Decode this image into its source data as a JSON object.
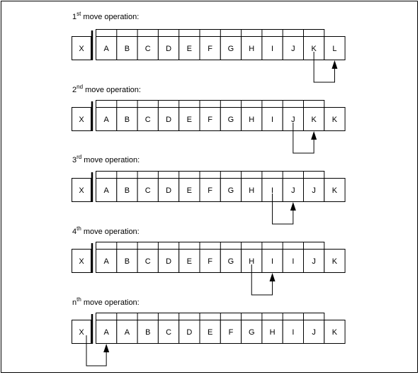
{
  "operations": [
    {
      "ordinal": "1",
      "suffix": "st",
      "title_rest": " move operation:",
      "x_label": "X",
      "cells": [
        "A",
        "B",
        "C",
        "D",
        "E",
        "F",
        "G",
        "H",
        "I",
        "J",
        "K",
        "L"
      ],
      "arrow_from": 10,
      "arrow_to": 11
    },
    {
      "ordinal": "2",
      "suffix": "nd",
      "title_rest": " move operation:",
      "x_label": "X",
      "cells": [
        "A",
        "B",
        "C",
        "D",
        "E",
        "F",
        "G",
        "H",
        "I",
        "J",
        "K",
        "K"
      ],
      "arrow_from": 9,
      "arrow_to": 10
    },
    {
      "ordinal": "3",
      "suffix": "rd",
      "title_rest": " move operation:",
      "x_label": "X",
      "cells": [
        "A",
        "B",
        "C",
        "D",
        "E",
        "F",
        "G",
        "H",
        "I",
        "J",
        "J",
        "K"
      ],
      "arrow_from": 8,
      "arrow_to": 9
    },
    {
      "ordinal": "4",
      "suffix": "th",
      "title_rest": " move operation:",
      "x_label": "X",
      "cells": [
        "A",
        "B",
        "C",
        "D",
        "E",
        "F",
        "G",
        "H",
        "I",
        "I",
        "J",
        "K"
      ],
      "arrow_from": 7,
      "arrow_to": 8
    },
    {
      "ordinal": "n",
      "suffix": "th",
      "title_rest": " move operation:",
      "x_label": "X",
      "cells": [
        "A",
        "A",
        "B",
        "C",
        "D",
        "E",
        "F",
        "G",
        "H",
        "I",
        "J",
        "K"
      ],
      "arrow_from": -1,
      "arrow_to": 0
    }
  ]
}
